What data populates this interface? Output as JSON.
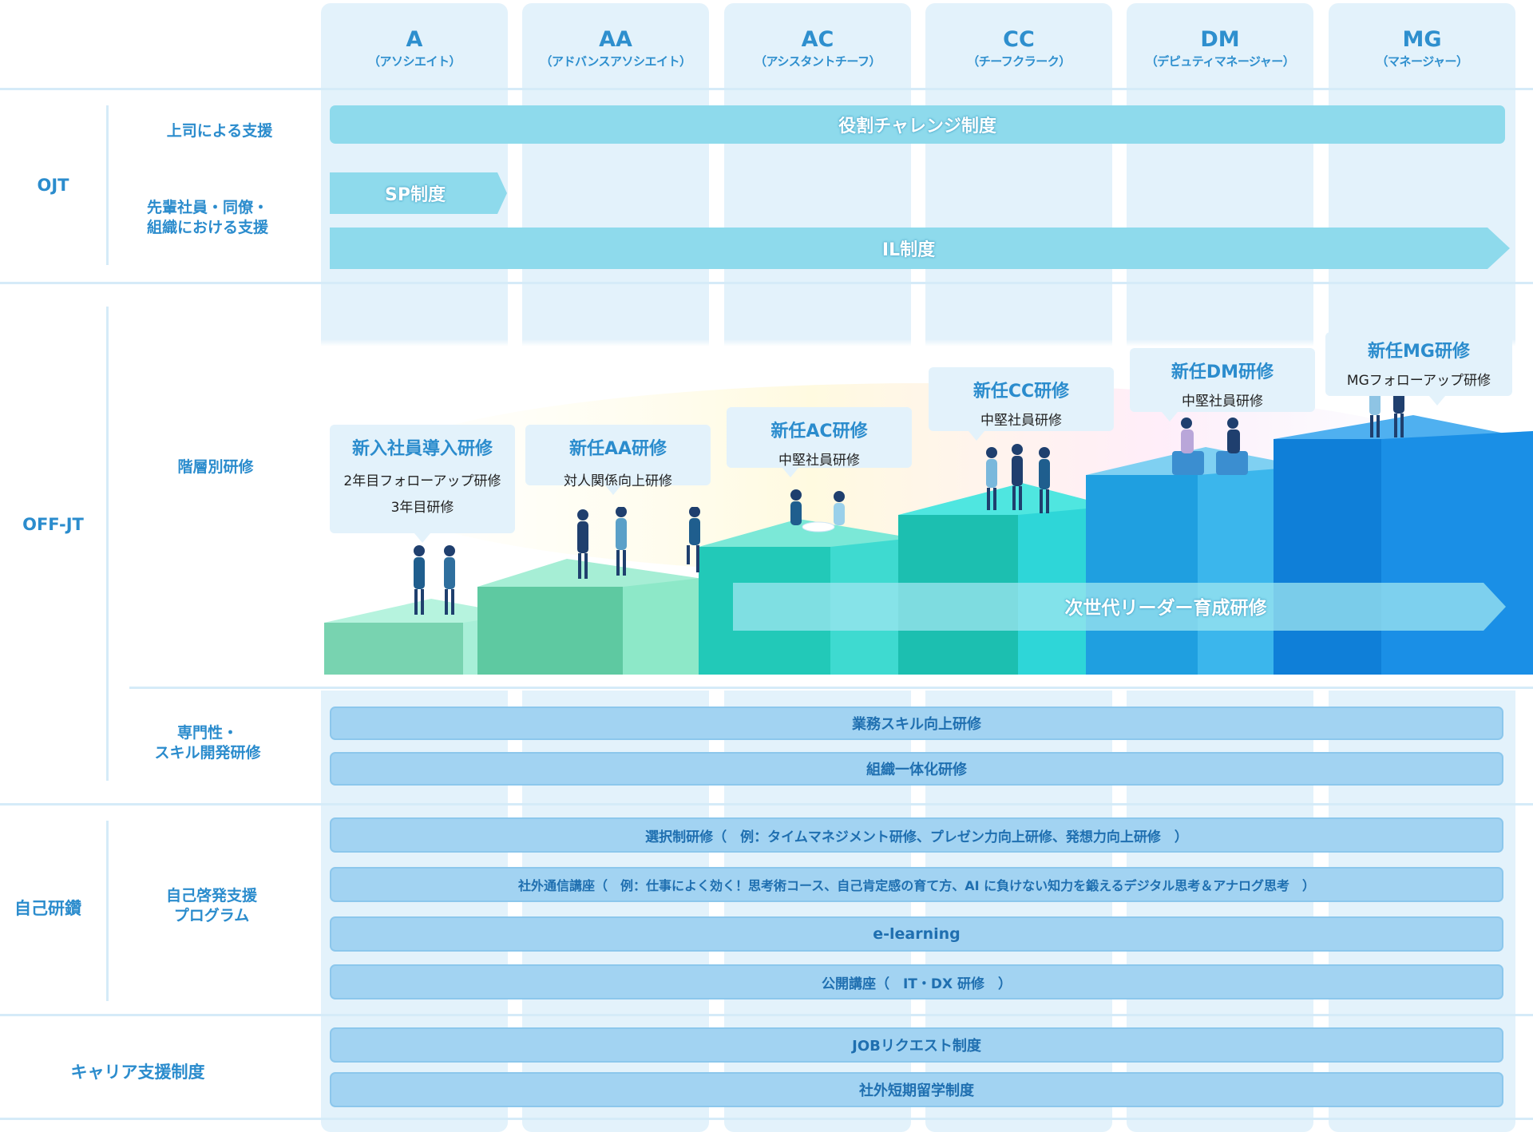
{
  "levels": [
    {
      "code": "A",
      "name": "（アソシエイト）"
    },
    {
      "code": "AA",
      "name": "（アドバンスアソシエイト）"
    },
    {
      "code": "AC",
      "name": "（アシスタントチーフ）"
    },
    {
      "code": "CC",
      "name": "（チーフクラーク）"
    },
    {
      "code": "DM",
      "name": "（デピュティマネージャー）"
    },
    {
      "code": "MG",
      "name": "（マネージャー）"
    }
  ],
  "categories": {
    "ojt": "OJT",
    "offjt": "OFF-JT",
    "self": "自己研鑽",
    "career": "キャリア支援制度"
  },
  "subcategories": {
    "boss": "上司による支援",
    "senior_1": "先輩社員・同僚・",
    "senior_2": "組織における支援",
    "tier": "階層別研修",
    "skill_1": "専門性・",
    "skill_2": "スキル開発研修",
    "selfdev_1": "自己啓発支援",
    "selfdev_2": "プログラム"
  },
  "ojt_bars": {
    "role": "役割チャレンジ制度",
    "sp": "SP制度",
    "il": "IL制度"
  },
  "bubbles": [
    {
      "title": "新入社員導入研修",
      "lines": [
        "2年目フォローアップ研修",
        "3年目研修"
      ]
    },
    {
      "title": "新任AA研修",
      "lines": [
        "対人関係向上研修"
      ]
    },
    {
      "title": "新任AC研修",
      "lines": [
        "中堅社員研修"
      ]
    },
    {
      "title": "新任CC研修",
      "lines": [
        "中堅社員研修"
      ]
    },
    {
      "title": "新任DM研修",
      "lines": [
        "中堅社員研修"
      ]
    },
    {
      "title": "新任MG研修",
      "lines": [
        "MGフォローアップ研修"
      ]
    }
  ],
  "next_leader": "次世代リーダー育成研修",
  "skill_bars": [
    "業務スキル向上研修",
    "組織一体化研修"
  ],
  "self_bars": [
    "選択制研修（　例：タイムマネジメント研修、プレゼン力向上研修、発想力向上研修　）",
    "社外通信講座（　例：仕事によく効く！思考術コース、自己肯定感の育て方、AI に負けない知力を鍛えるデジタル思考＆アナログ思考　）",
    "e-learning",
    "公開講座（　IT・DX 研修　）"
  ],
  "career_bars": [
    "JOBリクエスト制度",
    "社外短期留学制度"
  ],
  "colors": {
    "accent": "#2b8ccd",
    "column": "#e3f2fb",
    "bar": "#8edaec",
    "list_bar": "#a2d3f2"
  }
}
